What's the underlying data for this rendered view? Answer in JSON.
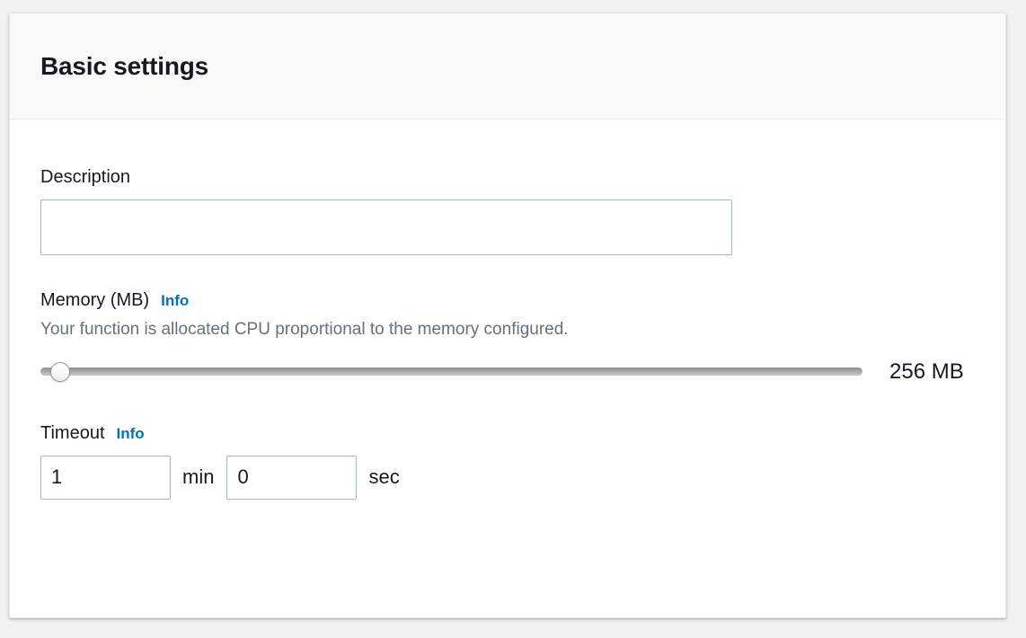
{
  "panel": {
    "title": "Basic settings"
  },
  "description": {
    "label": "Description",
    "value": "",
    "placeholder": ""
  },
  "memory": {
    "label": "Memory (MB)",
    "info_label": "Info",
    "helper_text": "Your function is allocated CPU proportional to the memory configured.",
    "slider": {
      "min": 128,
      "max": 10240,
      "value": 256,
      "step": 1
    },
    "value_display": "256 MB"
  },
  "timeout": {
    "label": "Timeout",
    "info_label": "Info",
    "minutes_value": "1",
    "minutes_unit": "min",
    "seconds_value": "0",
    "seconds_unit": "sec"
  },
  "colors": {
    "link": "#0073bb",
    "text": "#16191f",
    "helper": "#687078",
    "input_border": "#aab7b8",
    "header_bg": "#fafafa",
    "page_bg": "#f1f3f3"
  }
}
